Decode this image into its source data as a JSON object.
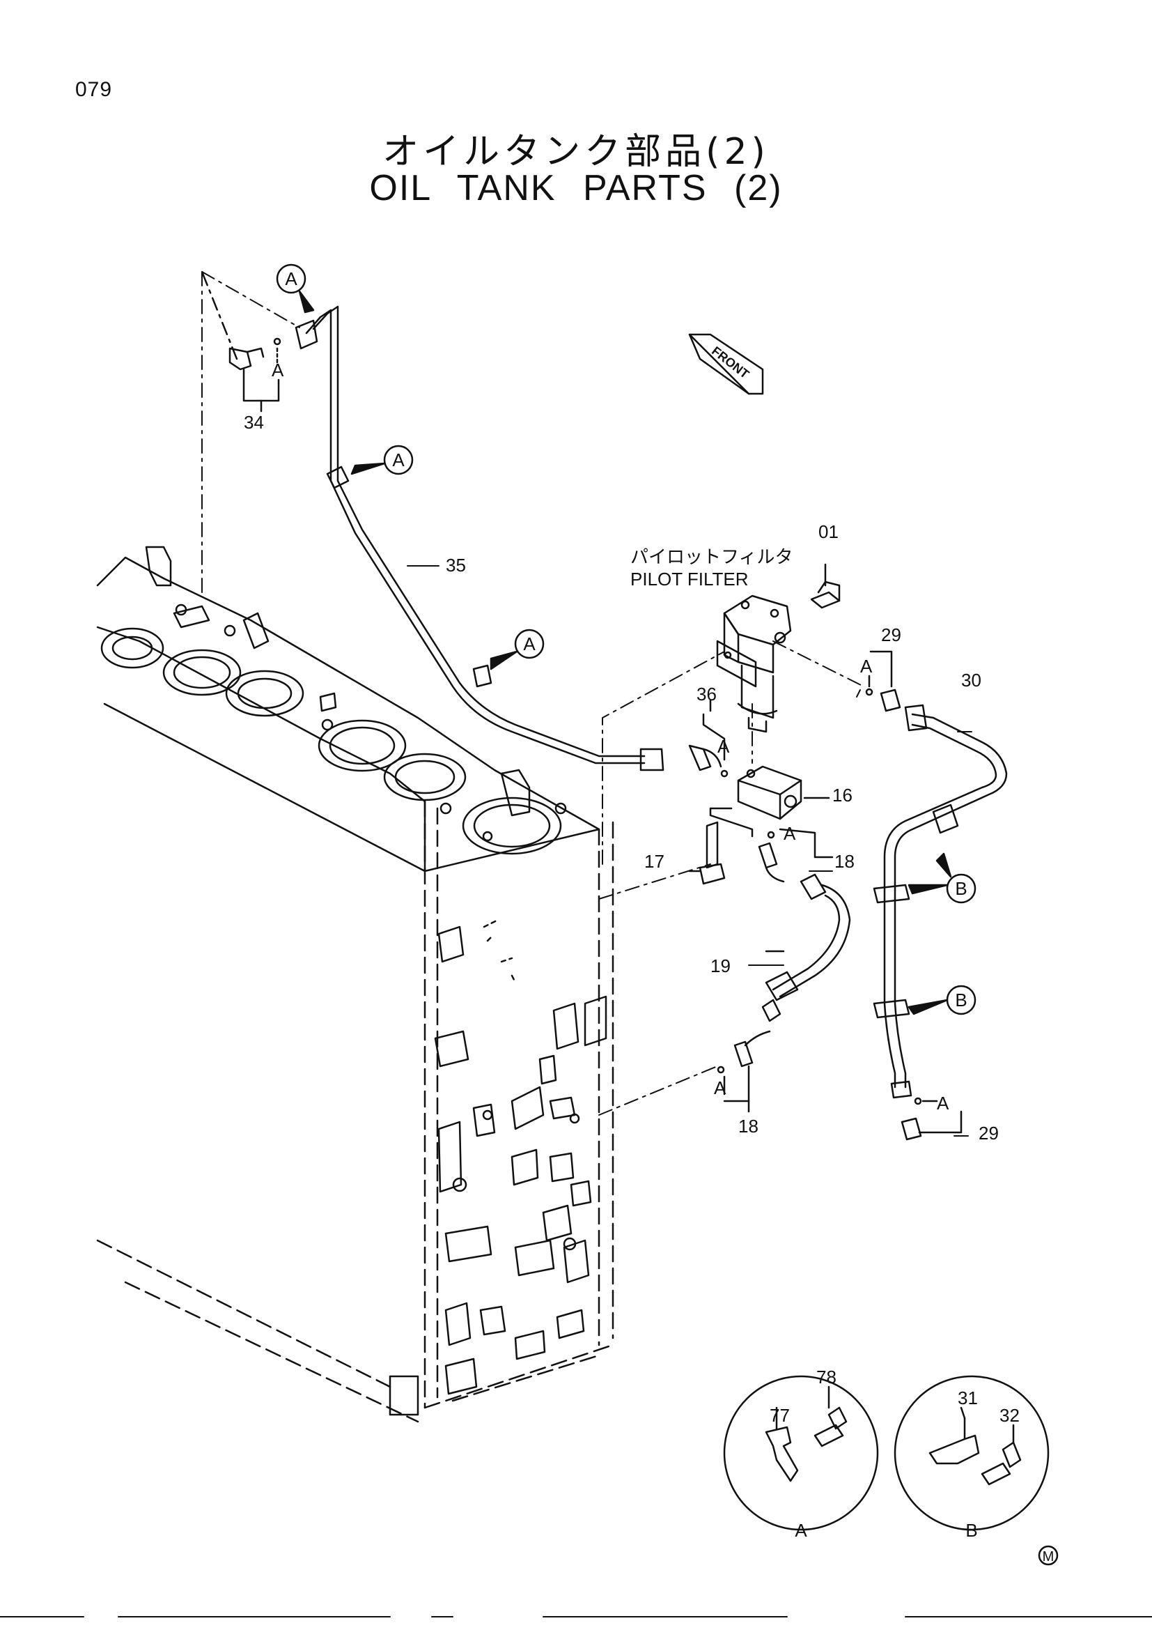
{
  "page_number": "079",
  "title": {
    "japanese": "オイルタンク部品(2)",
    "english": "OIL TANK PARTS (2)"
  },
  "front_arrow": "FRONT",
  "pilot_filter": {
    "japanese": "パイロットフィルタ",
    "english": "PILOT FILTER"
  },
  "part_numbers": {
    "p01": "01",
    "p16": "16",
    "p17": "17",
    "p18a": "18",
    "p18b": "18",
    "p19": "19",
    "p29a": "29",
    "p29b": "29",
    "p30": "30",
    "p31": "31",
    "p32": "32",
    "p34": "34",
    "p35": "35",
    "p36": "36",
    "p77": "77",
    "p78": "78"
  },
  "reference_letters": {
    "a": "A",
    "b": "B"
  },
  "detail_views": {
    "a_label": "A",
    "b_label": "B"
  },
  "corner_mark": "M"
}
